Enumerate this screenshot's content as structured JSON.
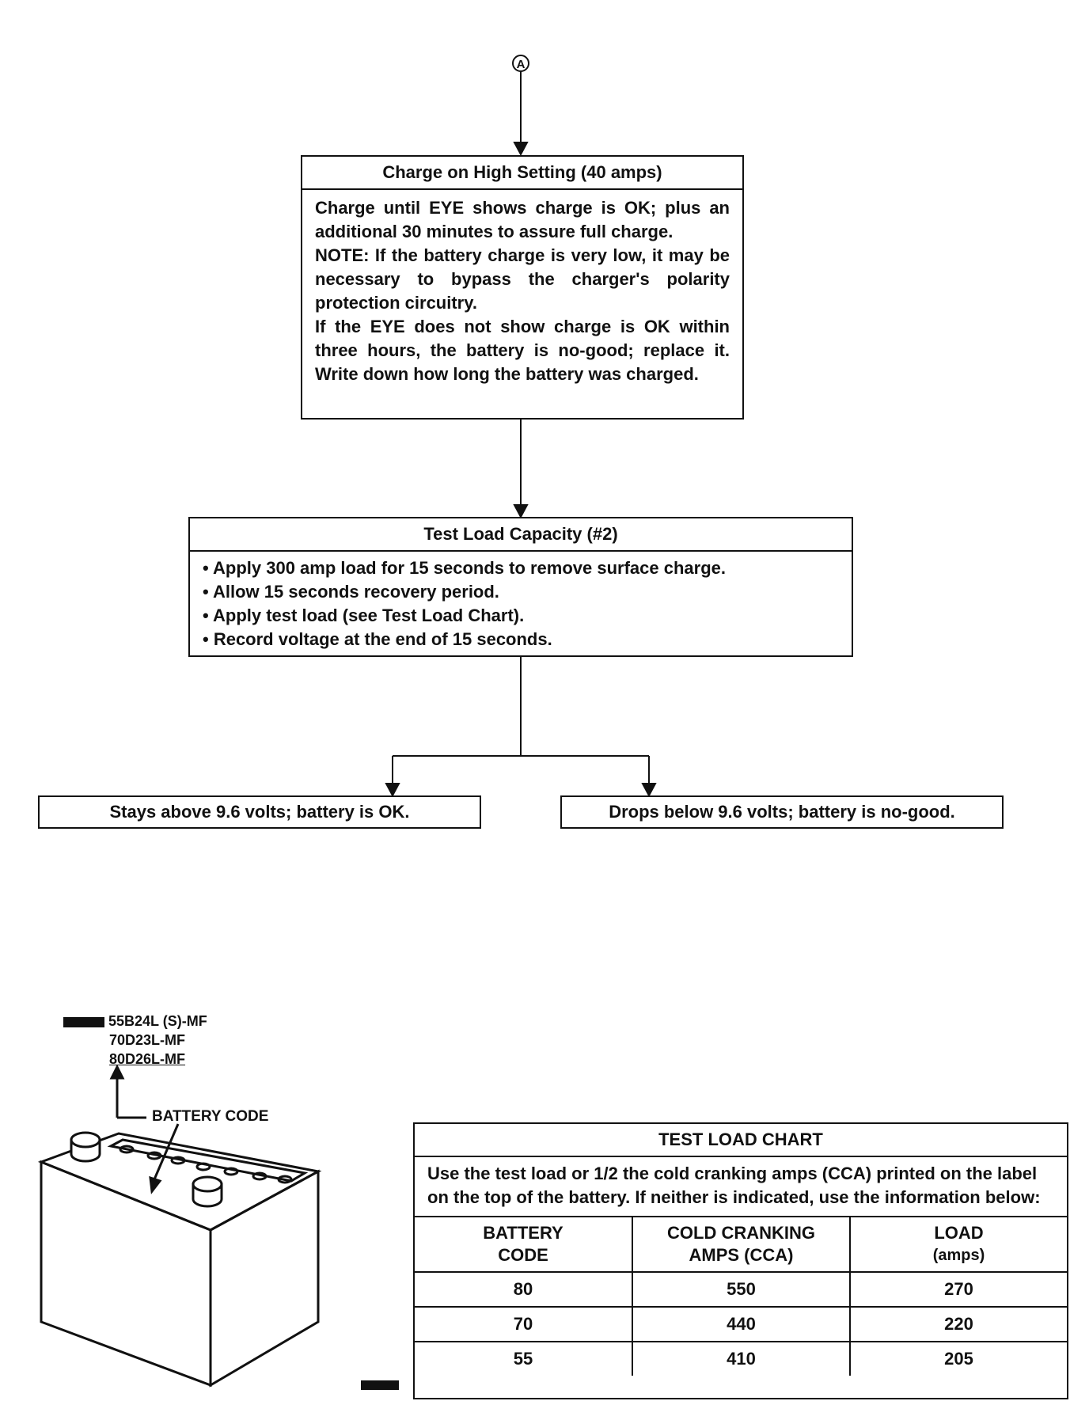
{
  "connector": {
    "label": "A"
  },
  "step_charge": {
    "title": "Charge on High Setting (40 amps)",
    "lines": [
      "Charge until EYE shows charge is OK; plus an additional 30 minutes to assure full charge.",
      "NOTE:  If the battery charge is very low, it may be necessary to bypass the charger's polarity protection circuitry.",
      "If the EYE does not show charge is OK within three hours, the battery is no-good; replace it. Write down how long the battery was charged."
    ]
  },
  "step_test": {
    "title": "Test Load Capacity (#2)",
    "bullets": [
      "Apply 300 amp load for 15 seconds to remove surface charge.",
      "Allow 15 seconds recovery period.",
      "Apply test load (see Test Load Chart).",
      "Record voltage at the end of 15 seconds."
    ]
  },
  "outcomes": {
    "ok": "Stays above 9.6 volts; battery is OK.",
    "bad": "Drops below 9.6 volts; battery is no-good."
  },
  "battery_label": {
    "codes": [
      "55B24L (S)-MF",
      "70D23L-MF",
      "80D26L-MF"
    ],
    "callout": "BATTERY CODE"
  },
  "test_load_chart": {
    "title": "TEST LOAD CHART",
    "note": "Use the test load or 1/2 the cold cranking amps (CCA) printed on the label on the top of the battery. If neither is indicated, use the information below:",
    "headers": [
      {
        "line1": "BATTERY",
        "line2": "CODE"
      },
      {
        "line1": "COLD CRANKING",
        "line2": "AMPS (CCA)"
      },
      {
        "line1": "LOAD",
        "line2": "(amps)"
      }
    ],
    "rows": [
      [
        "80",
        "550",
        "270"
      ],
      [
        "70",
        "440",
        "220"
      ],
      [
        "55",
        "410",
        "205"
      ]
    ]
  }
}
